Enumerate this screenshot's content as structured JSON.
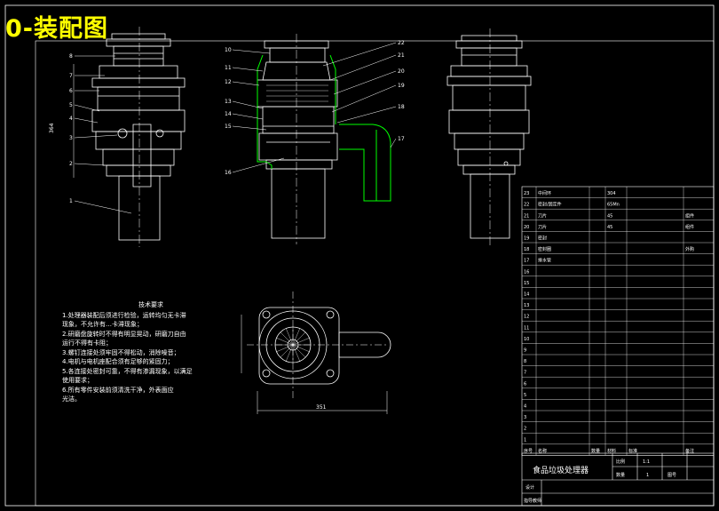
{
  "header": {
    "title": "0-装配图"
  },
  "tech_notes": {
    "heading": "技术要求",
    "lines": [
      "1.处理器装配后须进行检验，运转均匀无卡滞",
      "现象，不允许有…卡滞现象；",
      "2.研磨盘旋转时不得有明显晃动，研磨刀自由",
      "运行不得有卡阻；",
      "3.螺钉连接处须牢固不得松动，消除噪音；",
      "4.电机与电机座配合须有足够的紧固力；",
      "5.各连接处密封可靠，不得有渗漏现象，以满足",
      "使用要求；",
      "6.所有零件安装前须清洗干净，外表面应",
      "光洁。"
    ]
  },
  "dimensions": {
    "base_width": "351",
    "side_height": "364"
  },
  "callouts_left": [
    "8",
    "7",
    "6",
    "5",
    "4",
    "3",
    "2",
    "1"
  ],
  "callouts_center_left": [
    "10",
    "11",
    "12",
    "13",
    "14",
    "15",
    "16"
  ],
  "callouts_center_right": [
    "22",
    "21",
    "20",
    "19",
    "18",
    "17"
  ],
  "bom": {
    "rows": [
      {
        "no": "23",
        "name": "中间环",
        "qty": "",
        "mat": "304",
        "std": "",
        "note": ""
      },
      {
        "no": "22",
        "name": "密封/固定件",
        "qty": "",
        "mat": "65Mn",
        "std": "",
        "note": ""
      },
      {
        "no": "21",
        "name": "刀片",
        "qty": "",
        "mat": "45",
        "std": "",
        "note": "组件"
      },
      {
        "no": "20",
        "name": "刀片",
        "qty": "",
        "mat": "45",
        "std": "",
        "note": "组件"
      },
      {
        "no": "19",
        "name": "密封",
        "qty": "",
        "mat": "",
        "std": "",
        "note": ""
      },
      {
        "no": "18",
        "name": "密封圈",
        "qty": "",
        "mat": "",
        "std": "",
        "note": "外购"
      },
      {
        "no": "17",
        "name": "排水管",
        "qty": "",
        "mat": "",
        "std": "",
        "note": ""
      },
      {
        "no": "16",
        "name": "",
        "qty": "",
        "mat": "",
        "std": "",
        "note": ""
      },
      {
        "no": "15",
        "name": "",
        "qty": "",
        "mat": "",
        "std": "",
        "note": ""
      },
      {
        "no": "14",
        "name": "",
        "qty": "",
        "mat": "",
        "std": "",
        "note": ""
      },
      {
        "no": "13",
        "name": "",
        "qty": "",
        "mat": "",
        "std": "",
        "note": ""
      },
      {
        "no": "12",
        "name": "",
        "qty": "",
        "mat": "",
        "std": "",
        "note": ""
      },
      {
        "no": "11",
        "name": "",
        "qty": "",
        "mat": "",
        "std": "",
        "note": ""
      },
      {
        "no": "10",
        "name": "",
        "qty": "",
        "mat": "",
        "std": "",
        "note": ""
      },
      {
        "no": "9",
        "name": "",
        "qty": "",
        "mat": "",
        "std": "",
        "note": ""
      },
      {
        "no": "8",
        "name": "",
        "qty": "",
        "mat": "",
        "std": "",
        "note": ""
      },
      {
        "no": "7",
        "name": "",
        "qty": "",
        "mat": "",
        "std": "",
        "note": ""
      },
      {
        "no": "6",
        "name": "",
        "qty": "",
        "mat": "",
        "std": "",
        "note": ""
      },
      {
        "no": "5",
        "name": "",
        "qty": "",
        "mat": "",
        "std": "",
        "note": ""
      },
      {
        "no": "4",
        "name": "",
        "qty": "",
        "mat": "",
        "std": "",
        "note": ""
      },
      {
        "no": "3",
        "name": "",
        "qty": "",
        "mat": "",
        "std": "",
        "note": ""
      },
      {
        "no": "2",
        "name": "",
        "qty": "",
        "mat": "",
        "std": "",
        "note": ""
      },
      {
        "no": "1",
        "name": "",
        "qty": "",
        "mat": "",
        "std": "",
        "note": ""
      }
    ],
    "header": {
      "no": "序号",
      "name": "名称",
      "qty": "数量",
      "mat": "材料",
      "std": "标准",
      "note": "备注"
    }
  },
  "title_block": {
    "product_name": "食品垃圾处理器",
    "scale_label": "比例",
    "scale_value": "1:1",
    "qty_label": "数量",
    "qty_value": "1",
    "sheet_label": "图号",
    "design_label": "设计",
    "check_label": "指导教师"
  },
  "colors": {
    "line": "#ffffff",
    "accent_green": "#00ff00",
    "title": "#ffff00",
    "bg": "#000000"
  }
}
